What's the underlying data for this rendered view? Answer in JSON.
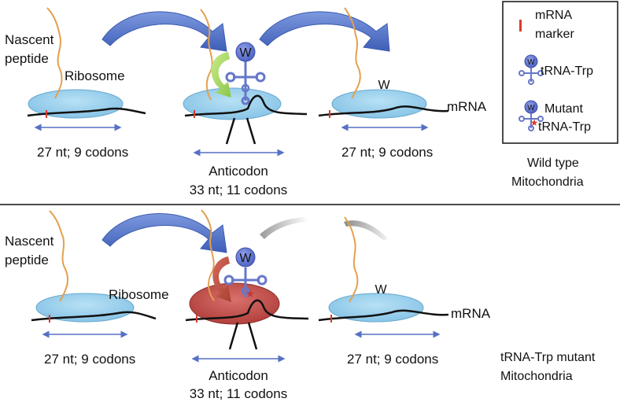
{
  "legend": {
    "mrna_marker_line1": "mRNA",
    "mrna_marker_line2": "marker",
    "trna_trp": "tRNA-Trp",
    "mutant_line1": "Mutant",
    "mutant_line2": "tRNA-Trp",
    "w": "W"
  },
  "panel_top": {
    "title_line1": "Wild type",
    "title_line2": "Mitochondria",
    "nascent_line1": "Nascent",
    "nascent_line2": "peptide",
    "ribosome": "Ribosome",
    "mrna": "mRNA",
    "w": "W",
    "span_left": "27 nt; 9 codons",
    "anticodon": "Anticodon",
    "span_middle": "33 nt; 11 codons",
    "span_right": "27 nt; 9 codons",
    "colors": {
      "ribosome": "#9ed3ee",
      "arrow": "#4d6fc7",
      "green_arrow": "#a9d760",
      "trna": "#6678c8"
    }
  },
  "panel_bottom": {
    "title_line1": "tRNA-Trp mutant",
    "title_line2": "Mitochondria",
    "nascent_line1": "Nascent",
    "nascent_line2": "peptide",
    "ribosome": "Ribosome",
    "mrna": "mRNA",
    "w": "W",
    "span_left": "27 nt; 9 codons",
    "anticodon": "Anticodon",
    "span_middle": "33 nt; 11 codons",
    "span_right": "27 nt; 9 codons",
    "colors": {
      "stalled_ribosome": "#c9514f",
      "red_arrow": "#b74a3f"
    }
  }
}
